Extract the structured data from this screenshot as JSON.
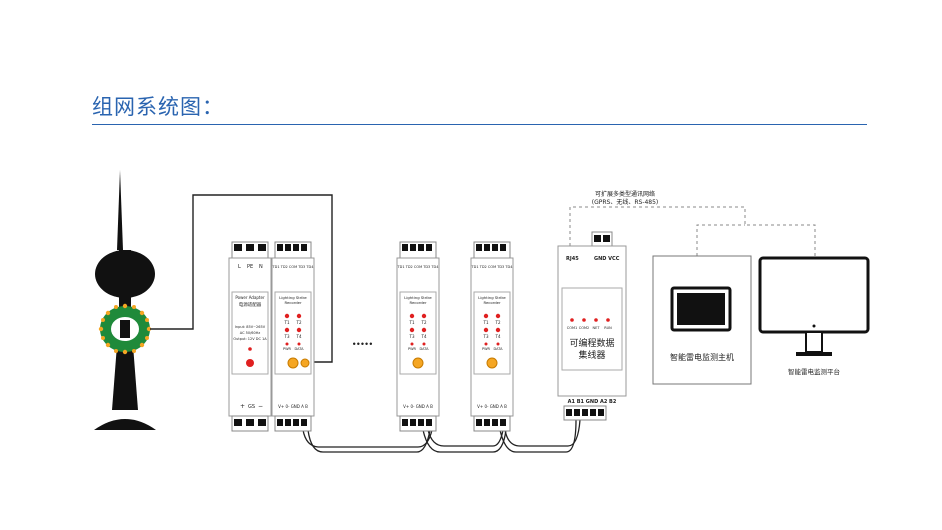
{
  "page": {
    "title": "组网系统图："
  },
  "colors": {
    "accent": "#2a64b0",
    "led_red": "#e02020",
    "led_amber": "#f5a623",
    "coil_green": "#1f8a3a"
  },
  "network_note": {
    "line1": "可扩展多类型通讯网络",
    "line2": "(GPRS、无线、RS-485)"
  },
  "power_adapter": {
    "top_terminals": [
      "L",
      "PE",
      "N"
    ],
    "name_en": "Power Adapter",
    "name_cn": "电源适配器",
    "spec1": "Input: 85V~265V",
    "spec2": "AC 50/60Hz",
    "spec3": "Output: 12V DC 1A",
    "bottom_terminals": [
      "+",
      "GS",
      "−"
    ]
  },
  "recorder": {
    "top_terminals": "TD1 TD2 COM TD3 TD4",
    "name_en": "Lighting Strike",
    "name_en2": "Recorder",
    "led_labels": [
      "T1",
      "T2",
      "T3",
      "T4"
    ],
    "sub_labels": [
      "PWR",
      "DATA"
    ],
    "bottom_terminals": "V+  0-   GND  A    B"
  },
  "collector": {
    "port_label": "RJ45",
    "power_label": "GND VCC",
    "led_labels": [
      "COM1",
      "COM2",
      "NET",
      "RUN"
    ],
    "name_line1": "可编程数据",
    "name_line2": "集线器",
    "bottom_terminals": "A1 B1 GND A2 B2"
  },
  "host": {
    "label": "智能雷电监测主机"
  },
  "platform": {
    "label": "智能雷电监测平台"
  },
  "ellipsis": "•••••"
}
